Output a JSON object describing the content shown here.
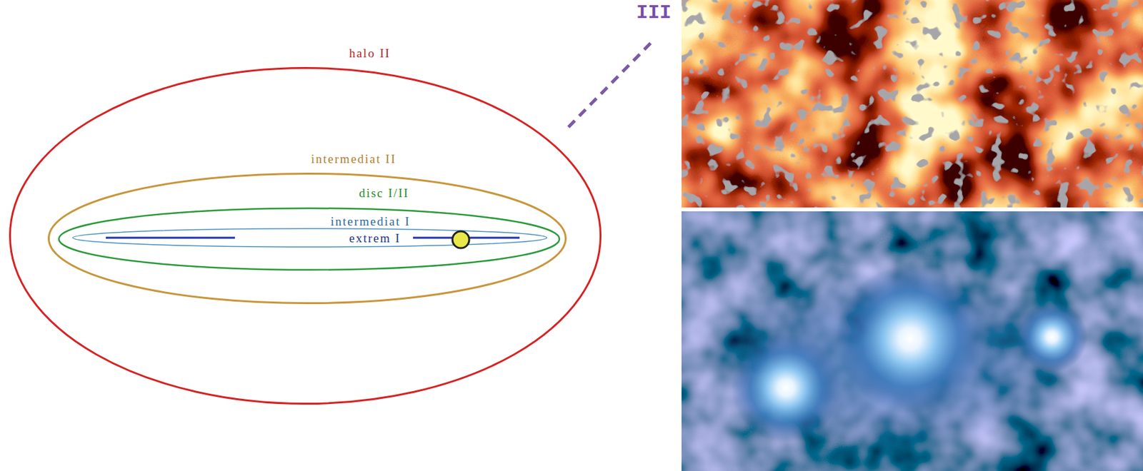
{
  "diagram": {
    "nodes": [
      {
        "text": [
          "halo II"
        ]
      },
      {
        "text": [
          "intermediat II"
        ],
        "in": 0
      },
      {
        "text": [
          "disc I/II"
        ],
        "in": 1
      },
      {
        "text": [
          "intermediat I"
        ],
        "in": 2
      },
      {
        "text": [
          "extrem I"
        ],
        "in": 3
      }
    ],
    "labels": [
      "III"
    ]
  }
}
